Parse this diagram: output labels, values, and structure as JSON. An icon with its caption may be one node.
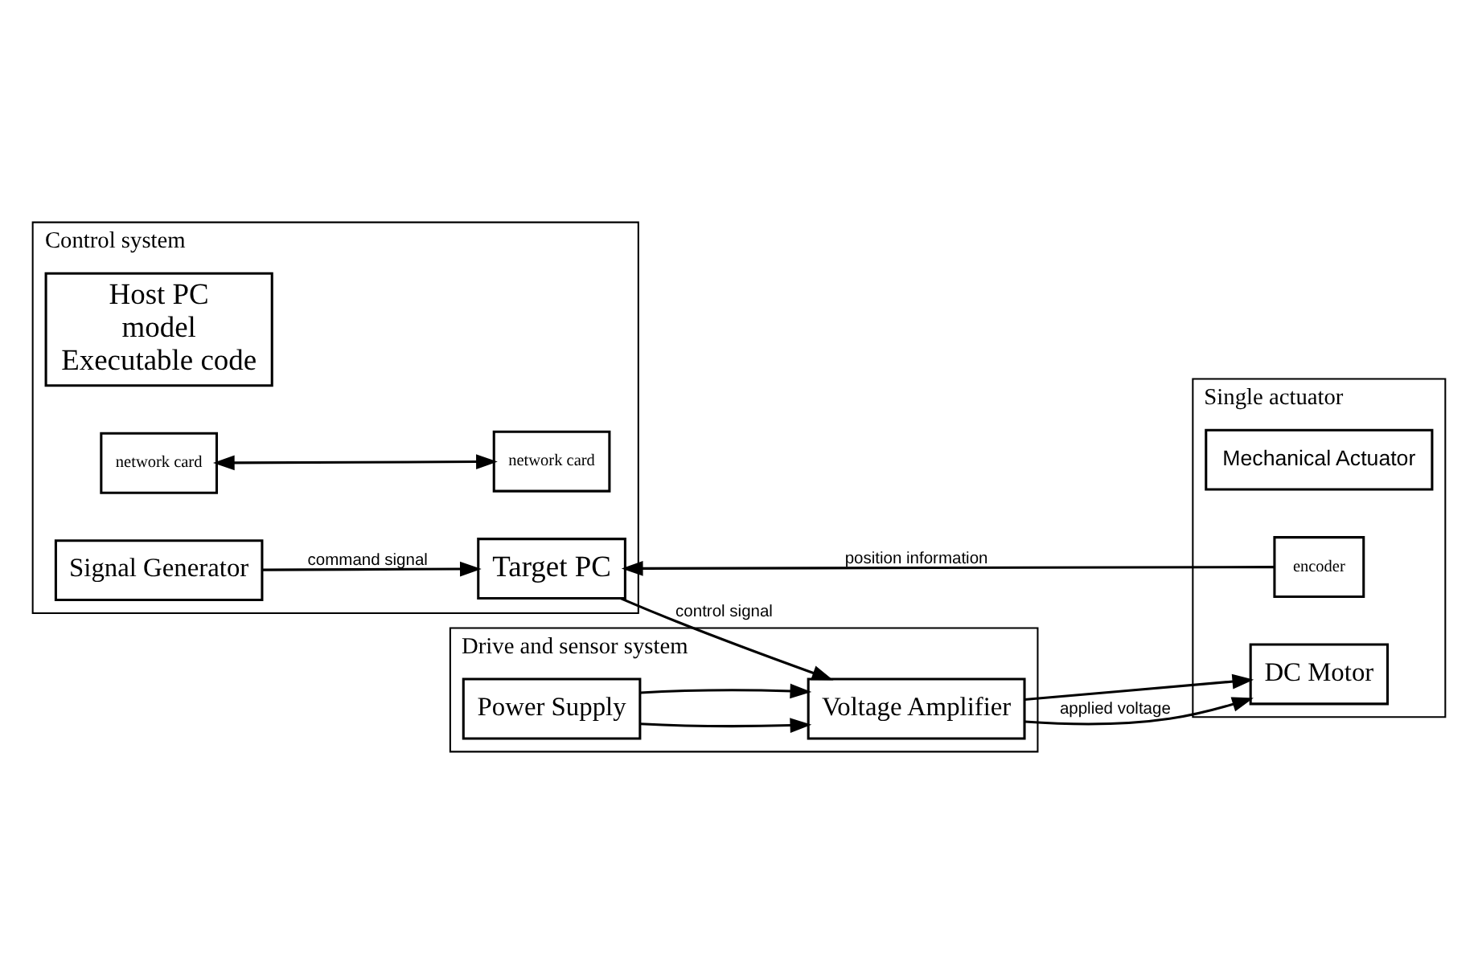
{
  "diagram": {
    "nodes": [
      {
        "text": [
          "Control system"
        ]
      },
      {
        "text": [
          "Host PC",
          "model",
          "Executable code"
        ],
        "in": 0
      },
      {
        "text": [
          "network card"
        ],
        "in": 0
      },
      {
        "text": [
          "Target PC"
        ],
        "in": 0
      },
      {
        "text": [
          "network card"
        ],
        "in": 0
      },
      {
        "text": [
          "Signal Generator"
        ],
        "in": 0
      },
      {
        "text": [
          "Drive and sensor system"
        ]
      },
      {
        "text": [
          "Power Supply"
        ],
        "in": 6
      },
      {
        "text": [
          "Voltage Amplifier"
        ],
        "in": 6
      },
      {
        "text": [
          "Single actuator"
        ]
      },
      {
        "text": [
          "Mechanical Actuator"
        ],
        "in": 9
      },
      {
        "text": [
          "DC Motor"
        ],
        "in": 9
      },
      {
        "text": [
          "encoder"
        ],
        "in": 9
      }
    ],
    "edges": [
      {
        "from": 2,
        "to": 4,
        "arrow": "both"
      },
      {
        "from": 5,
        "to": 3,
        "arrow": "to",
        "label": "command signal"
      },
      {
        "from": 12,
        "to": 3,
        "arrow": "to",
        "label": "position information"
      },
      {
        "from": 3,
        "to": 8,
        "arrow": "to",
        "label": "control signal"
      },
      {
        "from": 7,
        "to": 8,
        "arrow": "to"
      },
      {
        "from": 7,
        "to": 8,
        "arrow": "to"
      },
      {
        "from": 8,
        "to": 11,
        "arrow": "to"
      },
      {
        "from": 8,
        "to": 11,
        "arrow": "to",
        "label": "applied voltage"
      }
    ]
  }
}
